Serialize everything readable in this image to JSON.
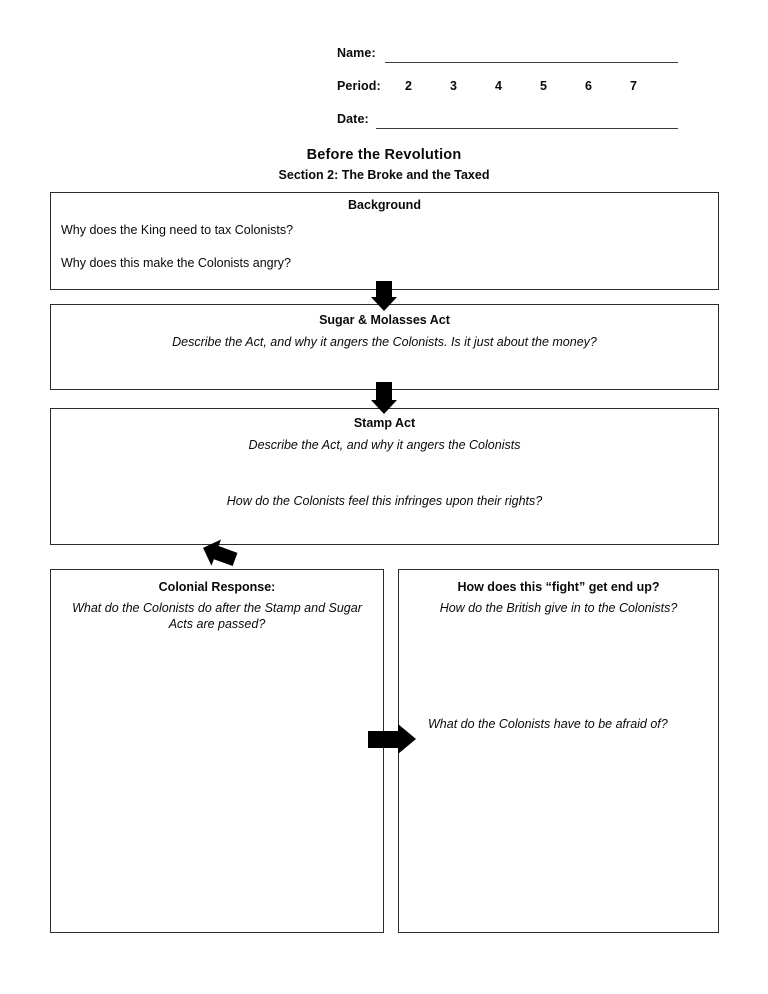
{
  "header": {
    "name_label": "Name:",
    "period_label": "Period:",
    "period_options": [
      "2",
      "3",
      "4",
      "5",
      "6",
      "7"
    ],
    "date_label": "Date:"
  },
  "title": "Before the Revolution",
  "subtitle": "Section 2: The Broke and the Taxed",
  "panels": {
    "background": {
      "heading": "Background",
      "question_1": "Why does the King need to tax Colonists?",
      "question_2": "Why does this make the Colonists angry?"
    },
    "sugar": {
      "heading": "Sugar & Molasses Act",
      "prompt": "Describe the Act, and why it angers the Colonists. Is it just about the money?"
    },
    "stamp": {
      "heading": "Stamp Act",
      "prompt_1": "Describe the Act, and why it angers the Colonists",
      "prompt_2": "How do the Colonists feel this infringes upon their rights?"
    },
    "colonial": {
      "heading": "Colonial Response:",
      "prompt": "What do the Colonists do after the Stamp and Sugar Acts are passed?"
    },
    "fight": {
      "heading": "How does this “fight” get end up?",
      "prompt_1": "How do the British give in to the Colonists?",
      "prompt_2": "What do the Colonists have to be afraid of?"
    }
  },
  "arrows": {
    "background_to_sugar": "down-arrow-icon",
    "sugar_to_stamp": "down-arrow-icon",
    "stamp_to_colonial": "bent-down-left-arrow-icon",
    "colonial_to_fight": "right-arrow-icon"
  },
  "colors": {
    "ink": "#0a0a0a",
    "border": "#2b2b2b",
    "rule": "#3a3a3a",
    "arrow": "#000000",
    "page": "#ffffff"
  }
}
